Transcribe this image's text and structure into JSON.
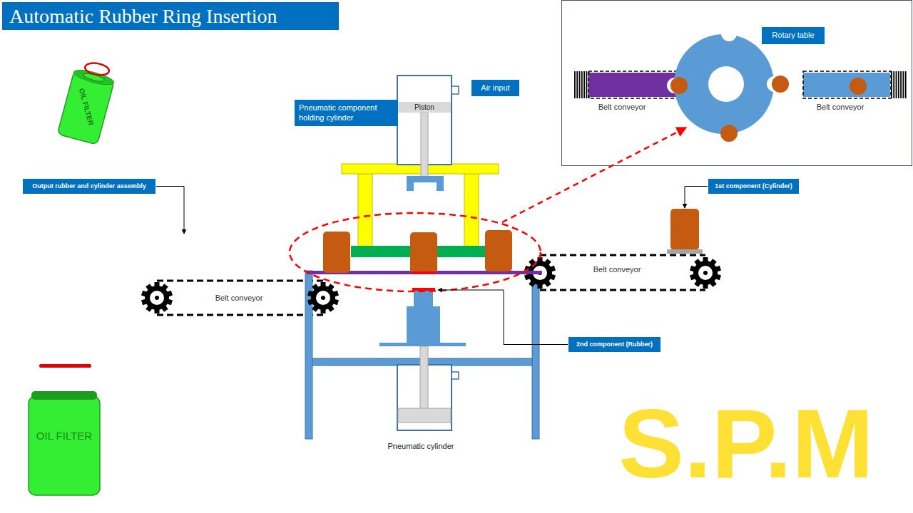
{
  "diagram": {
    "title": "Automatic Rubber Ring Insertion",
    "nodes": [
      {
        "text": [
          "Rotary table"
        ]
      },
      {
        "text": [
          "Air input"
        ]
      },
      {
        "text": [
          "Pneumatic component holding cylinder"
        ]
      },
      {
        "text": [
          "Piston"
        ]
      },
      {
        "text": [
          "Output rubber and cylinder assembly"
        ]
      },
      {
        "text": [
          "1st component (Cylinder)"
        ]
      },
      {
        "text": [
          "2nd component (Rubber)"
        ]
      }
    ],
    "labels": [
      "OIL FILTER",
      "Belt conveyor",
      "Belt conveyor",
      "Belt conveyor",
      "Belt conveyor",
      "OIL FILTER",
      "Pneumatic cylinder",
      "S.P.M"
    ]
  }
}
